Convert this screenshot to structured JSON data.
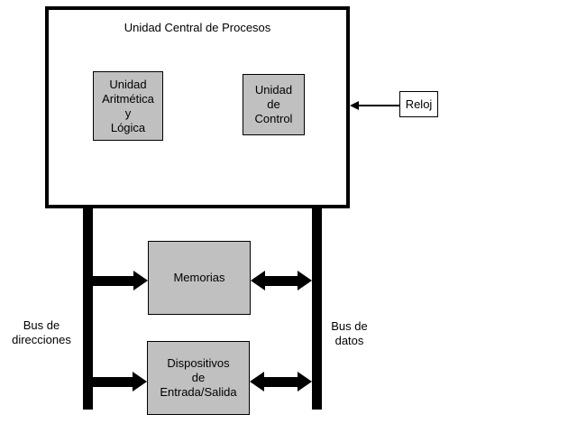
{
  "diagram": {
    "cpu": {
      "title": "Unidad Central de Procesos",
      "alu": {
        "lines": [
          "Unidad",
          "Aritmética",
          "y",
          "Lógica"
        ]
      },
      "control": {
        "lines": [
          "Unidad",
          "de",
          "Control"
        ]
      }
    },
    "clock": {
      "label": "Reloj"
    },
    "memory": {
      "label": "Memorias"
    },
    "io": {
      "lines": [
        "Dispositivos",
        "de",
        "Entrada/Salida"
      ]
    },
    "address_bus": {
      "lines": [
        "Bus de",
        "direcciones"
      ]
    },
    "data_bus": {
      "lines": [
        "Bus de",
        "datos"
      ]
    },
    "colors": {
      "box_fill": "#c0c0c0",
      "border": "#000000",
      "background": "#ffffff"
    }
  }
}
